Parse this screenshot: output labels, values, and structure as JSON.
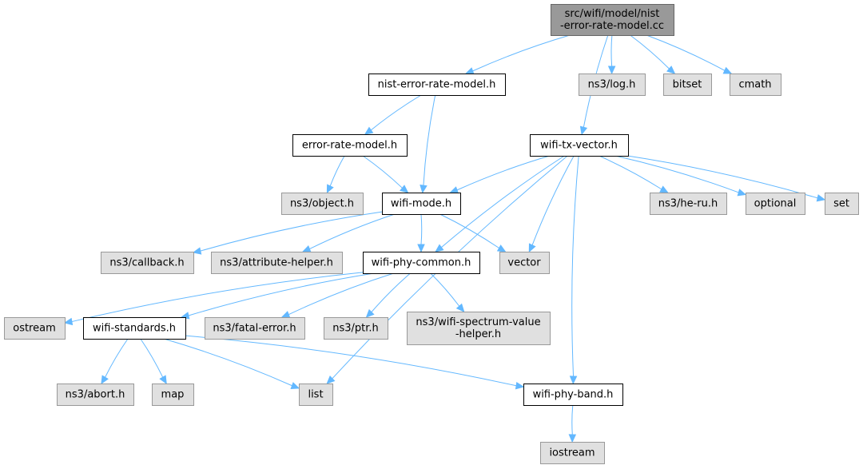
{
  "colors": {
    "root_fill": "#999999",
    "root_stroke": "#666666",
    "local_fill": "#ffffff",
    "local_stroke": "#000000",
    "system_fill": "#e0e0e0",
    "system_stroke": "#999999",
    "edge": "#63b8ff"
  },
  "nodes": [
    {
      "id": "root",
      "kind": "root",
      "lines": [
        "src/wifi/model/nist",
        "-error-rate-model.cc"
      ]
    },
    {
      "id": "nist",
      "kind": "local",
      "lines": [
        "nist-error-rate-model.h"
      ]
    },
    {
      "id": "log",
      "kind": "system",
      "lines": [
        "ns3/log.h"
      ]
    },
    {
      "id": "bitset",
      "kind": "system",
      "lines": [
        "bitset"
      ]
    },
    {
      "id": "cmath",
      "kind": "system",
      "lines": [
        "cmath"
      ]
    },
    {
      "id": "erm",
      "kind": "local",
      "lines": [
        "error-rate-model.h"
      ]
    },
    {
      "id": "txv",
      "kind": "local",
      "lines": [
        "wifi-tx-vector.h"
      ]
    },
    {
      "id": "obj",
      "kind": "system",
      "lines": [
        "ns3/object.h"
      ]
    },
    {
      "id": "mode",
      "kind": "local",
      "lines": [
        "wifi-mode.h"
      ]
    },
    {
      "id": "heru",
      "kind": "system",
      "lines": [
        "ns3/he-ru.h"
      ]
    },
    {
      "id": "optional",
      "kind": "system",
      "lines": [
        "optional"
      ]
    },
    {
      "id": "set",
      "kind": "system",
      "lines": [
        "set"
      ]
    },
    {
      "id": "cb",
      "kind": "system",
      "lines": [
        "ns3/callback.h"
      ]
    },
    {
      "id": "attr",
      "kind": "system",
      "lines": [
        "ns3/attribute-helper.h"
      ]
    },
    {
      "id": "common",
      "kind": "local",
      "lines": [
        "wifi-phy-common.h"
      ]
    },
    {
      "id": "vector",
      "kind": "system",
      "lines": [
        "vector"
      ]
    },
    {
      "id": "ostream",
      "kind": "system",
      "lines": [
        "ostream"
      ]
    },
    {
      "id": "std",
      "kind": "local",
      "lines": [
        "wifi-standards.h"
      ]
    },
    {
      "id": "fatal",
      "kind": "system",
      "lines": [
        "ns3/fatal-error.h"
      ]
    },
    {
      "id": "ptr",
      "kind": "system",
      "lines": [
        "ns3/ptr.h"
      ]
    },
    {
      "id": "spec",
      "kind": "system",
      "lines": [
        "ns3/wifi-spectrum-value",
        "-helper.h"
      ]
    },
    {
      "id": "abort",
      "kind": "system",
      "lines": [
        "ns3/abort.h"
      ]
    },
    {
      "id": "map",
      "kind": "system",
      "lines": [
        "map"
      ]
    },
    {
      "id": "list",
      "kind": "system",
      "lines": [
        "list"
      ]
    },
    {
      "id": "band",
      "kind": "local",
      "lines": [
        "wifi-phy-band.h"
      ]
    },
    {
      "id": "iostream",
      "kind": "system",
      "lines": [
        "iostream"
      ]
    }
  ],
  "edges": [
    {
      "from": "root",
      "to": "nist"
    },
    {
      "from": "root",
      "to": "log"
    },
    {
      "from": "root",
      "to": "bitset"
    },
    {
      "from": "root",
      "to": "cmath"
    },
    {
      "from": "root",
      "to": "txv"
    },
    {
      "from": "nist",
      "to": "erm"
    },
    {
      "from": "nist",
      "to": "mode"
    },
    {
      "from": "erm",
      "to": "obj"
    },
    {
      "from": "erm",
      "to": "mode"
    },
    {
      "from": "txv",
      "to": "mode"
    },
    {
      "from": "txv",
      "to": "heru"
    },
    {
      "from": "txv",
      "to": "optional"
    },
    {
      "from": "txv",
      "to": "set"
    },
    {
      "from": "txv",
      "to": "common"
    },
    {
      "from": "txv",
      "to": "vector"
    },
    {
      "from": "txv",
      "to": "list"
    },
    {
      "from": "txv",
      "to": "band"
    },
    {
      "from": "mode",
      "to": "cb"
    },
    {
      "from": "mode",
      "to": "attr"
    },
    {
      "from": "mode",
      "to": "common"
    },
    {
      "from": "mode",
      "to": "vector"
    },
    {
      "from": "common",
      "to": "ostream"
    },
    {
      "from": "common",
      "to": "std"
    },
    {
      "from": "common",
      "to": "fatal"
    },
    {
      "from": "common",
      "to": "ptr"
    },
    {
      "from": "common",
      "to": "spec"
    },
    {
      "from": "std",
      "to": "abort"
    },
    {
      "from": "std",
      "to": "map"
    },
    {
      "from": "std",
      "to": "list"
    },
    {
      "from": "std",
      "to": "band"
    },
    {
      "from": "band",
      "to": "iostream"
    }
  ]
}
